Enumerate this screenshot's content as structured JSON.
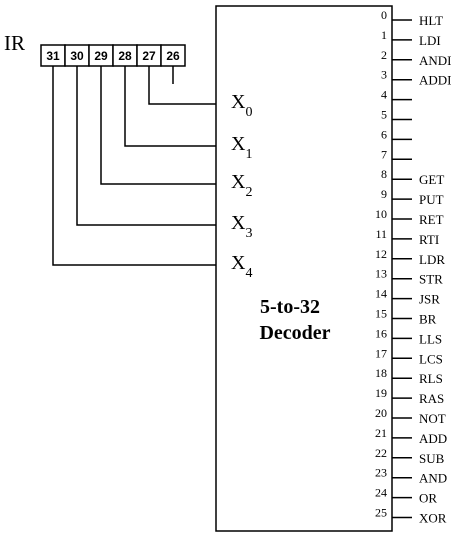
{
  "register": {
    "label": "IR",
    "bits": [
      "31",
      "30",
      "29",
      "28",
      "27",
      "26"
    ]
  },
  "decoder": {
    "title_line1": "5-to-32",
    "title_line2": "Decoder",
    "inputs": [
      {
        "letter": "X",
        "sub": "0"
      },
      {
        "letter": "X",
        "sub": "1"
      },
      {
        "letter": "X",
        "sub": "2"
      },
      {
        "letter": "X",
        "sub": "3"
      },
      {
        "letter": "X",
        "sub": "4"
      }
    ],
    "outputs": [
      {
        "index": "0",
        "name": "HLT"
      },
      {
        "index": "1",
        "name": "LDI"
      },
      {
        "index": "2",
        "name": "ANDI"
      },
      {
        "index": "3",
        "name": "ADDI"
      },
      {
        "index": "4",
        "name": ""
      },
      {
        "index": "5",
        "name": ""
      },
      {
        "index": "6",
        "name": ""
      },
      {
        "index": "7",
        "name": ""
      },
      {
        "index": "8",
        "name": "GET"
      },
      {
        "index": "9",
        "name": "PUT"
      },
      {
        "index": "10",
        "name": "RET"
      },
      {
        "index": "11",
        "name": "RTI"
      },
      {
        "index": "12",
        "name": "LDR"
      },
      {
        "index": "13",
        "name": "STR"
      },
      {
        "index": "14",
        "name": "JSR"
      },
      {
        "index": "15",
        "name": "BR"
      },
      {
        "index": "16",
        "name": "LLS"
      },
      {
        "index": "17",
        "name": "LCS"
      },
      {
        "index": "18",
        "name": "RLS"
      },
      {
        "index": "19",
        "name": "RAS"
      },
      {
        "index": "20",
        "name": "NOT"
      },
      {
        "index": "21",
        "name": "ADD"
      },
      {
        "index": "22",
        "name": "SUB"
      },
      {
        "index": "23",
        "name": "AND"
      },
      {
        "index": "24",
        "name": "OR"
      },
      {
        "index": "25",
        "name": "XOR"
      }
    ]
  }
}
